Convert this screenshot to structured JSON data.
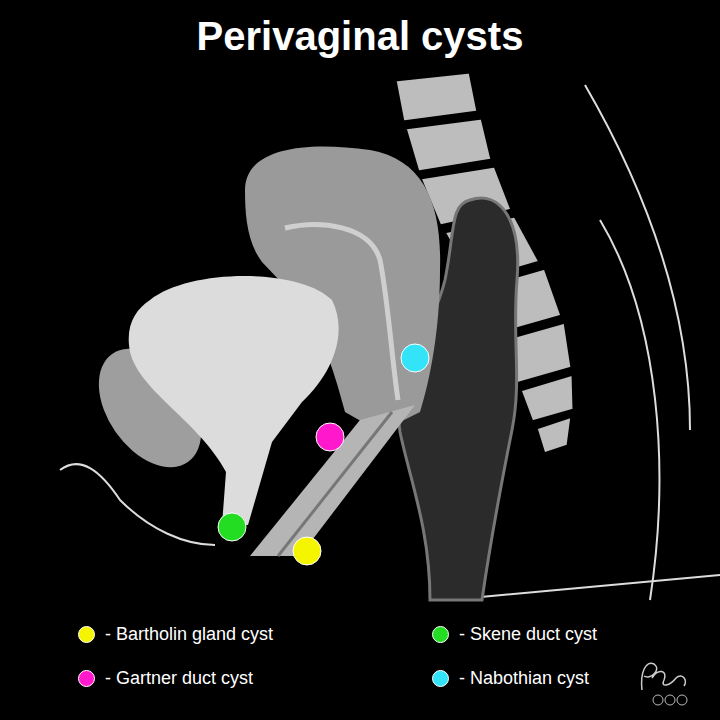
{
  "diagram": {
    "title": "Perivaginal cysts",
    "legend": [
      {
        "text": "- Bartholin gland cyst",
        "color": "#f5f500"
      },
      {
        "text": "- Skene duct cyst",
        "color": "#22dd22"
      },
      {
        "text": "- Gartner duct cyst",
        "color": "#ff18cc"
      },
      {
        "text": "- Nabothian cyst",
        "color": "#33e3f7"
      }
    ]
  }
}
